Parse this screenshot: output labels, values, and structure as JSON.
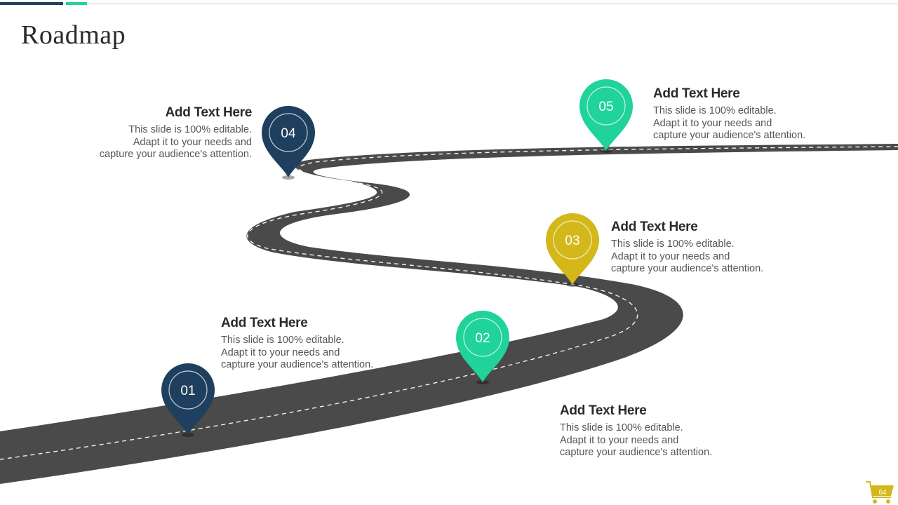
{
  "slide": {
    "title": "Roadmap",
    "page_number": "64"
  },
  "colors": {
    "navy": "#1f3f5f",
    "green": "#1fd39a",
    "mustard": "#d4b81a",
    "road": "#4a4a4a",
    "accent_bar": "#1f3f5f"
  },
  "milestones": [
    {
      "number": "01",
      "color": "navy",
      "heading": "Add Text Here",
      "lines": [
        "This slide is 100% editable.",
        "Adapt it to your needs and",
        "capture your audience's attention."
      ]
    },
    {
      "number": "02",
      "color": "green",
      "heading": "Add Text Here",
      "lines": [
        "This slide is 100% editable.",
        "Adapt it to your needs and",
        "capture your audience's attention."
      ]
    },
    {
      "number": "03",
      "color": "mustard",
      "heading": "Add Text Here",
      "lines": [
        "This slide is 100% editable.",
        "Adapt it to your needs and",
        "capture your audience's attention."
      ]
    },
    {
      "number": "04",
      "color": "navy",
      "heading": "Add Text Here",
      "lines": [
        "This slide is 100% editable.",
        "Adapt it to your needs and",
        "capture your audience's attention."
      ]
    },
    {
      "number": "05",
      "color": "green",
      "heading": "Add Text Here",
      "lines": [
        "This slide is 100% editable.",
        "Adapt it to your needs and",
        "capture your audience's attention."
      ]
    }
  ]
}
